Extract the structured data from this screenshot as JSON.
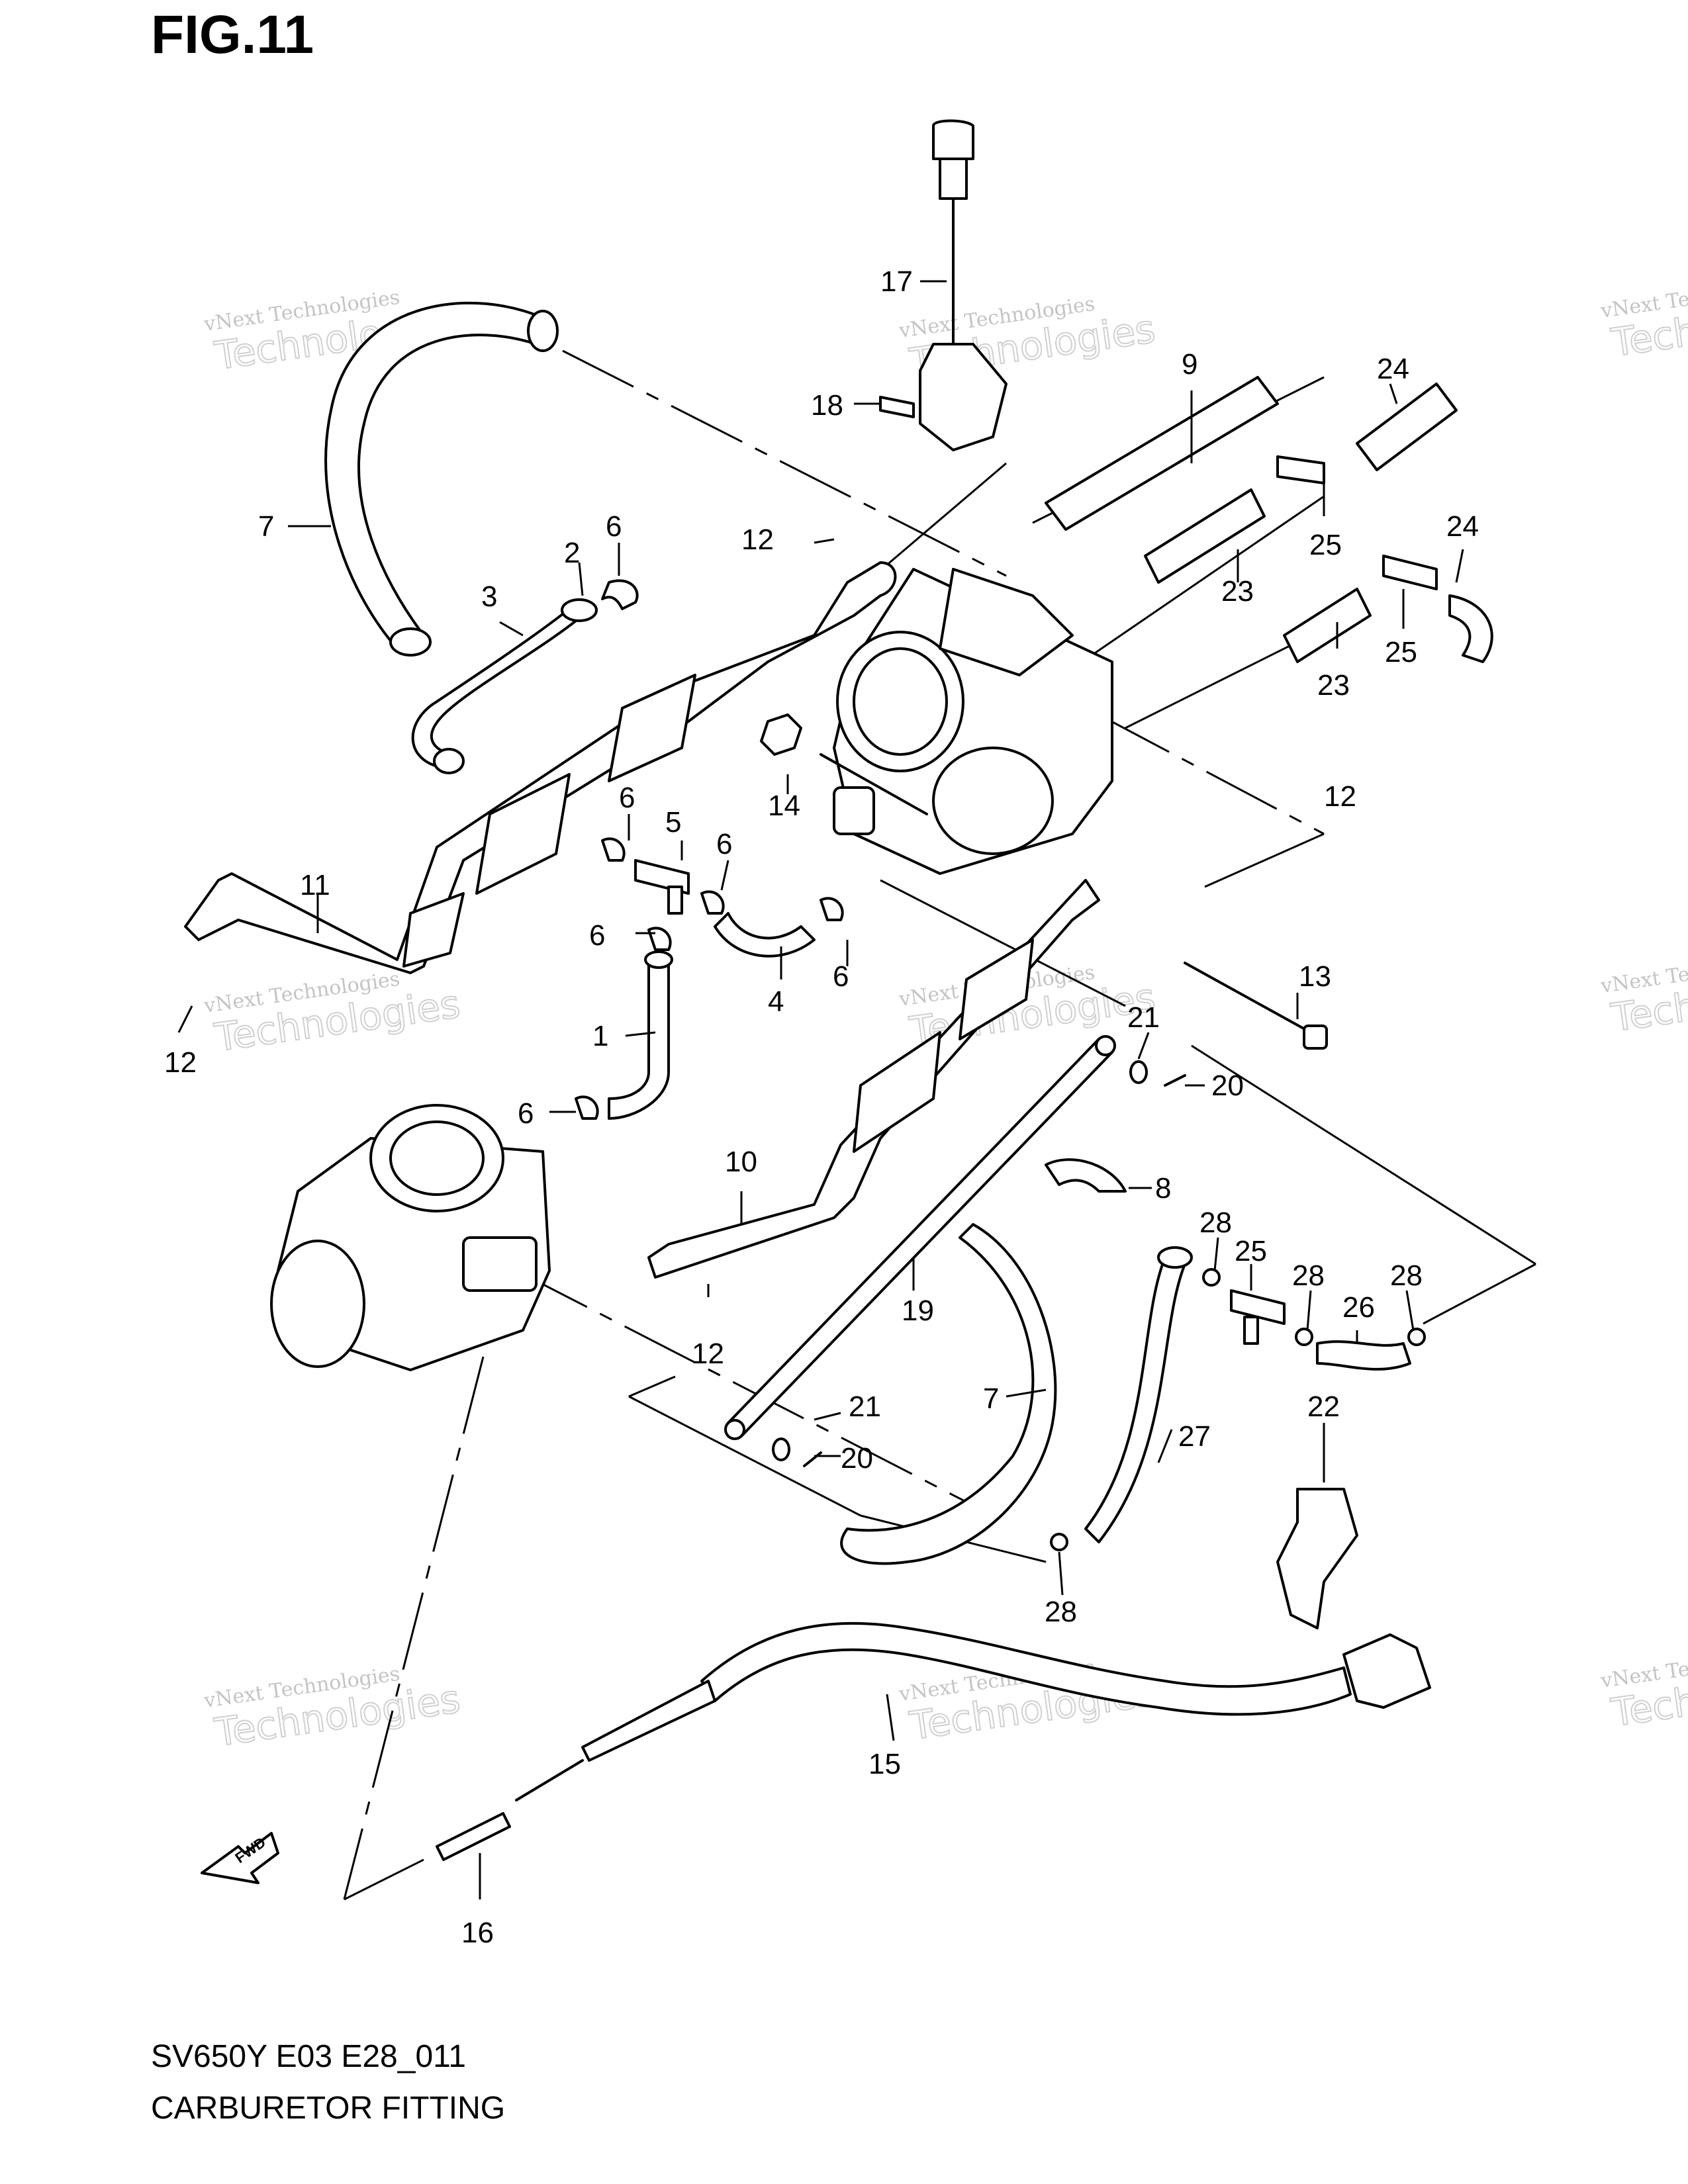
{
  "figure": {
    "title": "FIG.11"
  },
  "footer": {
    "model_code": "SV650Y E03 E28_011",
    "section_name": "CARBURETOR FITTING"
  },
  "watermark": {
    "line1": "vNext Technologies",
    "line2": "Technologies"
  },
  "fwd_label": "FWD",
  "callouts": [
    "1",
    "2",
    "3",
    "4",
    "5",
    "6",
    "7",
    "8",
    "9",
    "10",
    "11",
    "12",
    "13",
    "14",
    "15",
    "16",
    "17",
    "18",
    "19",
    "20",
    "21",
    "22",
    "23",
    "24",
    "25",
    "26",
    "27",
    "28"
  ]
}
